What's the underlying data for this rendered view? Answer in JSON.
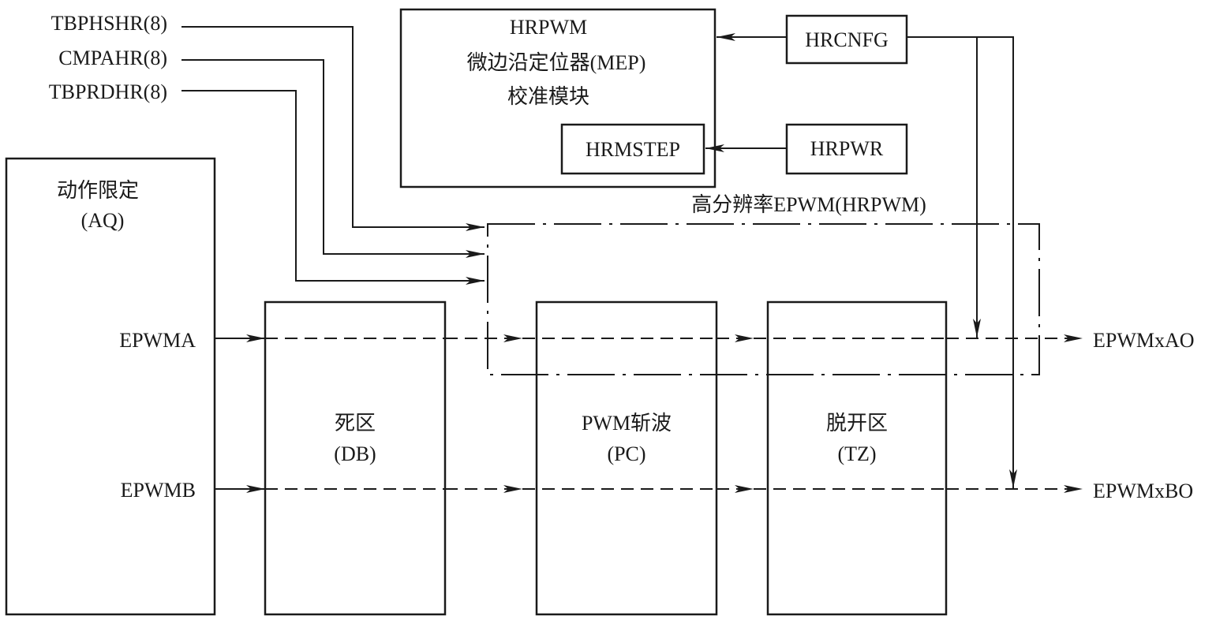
{
  "inputs": {
    "tbphshr": "TBPHSHR(8)",
    "cmpahr": "CMPAHR(8)",
    "tbprdhr": "TBPRDHR(8)"
  },
  "mep_block": {
    "line1": "HRPWM",
    "line2": "微边沿定位器(MEP)",
    "line3": "校准模块",
    "hrmstep": "HRMSTEP"
  },
  "registers": {
    "hrcnfg": "HRCNFG",
    "hrpwr": "HRPWR"
  },
  "hrpwm_region_label": "高分辨率EPWM(HRPWM)",
  "aq_block": {
    "line1": "动作限定",
    "line2": "(AQ)",
    "epwma": "EPWMA",
    "epwmb": "EPWMB"
  },
  "db_block": {
    "line1": "死区",
    "line2": "(DB)"
  },
  "pc_block": {
    "line1": "PWM斩波",
    "line2": "(PC)"
  },
  "tz_block": {
    "line1": "脱开区",
    "line2": "(TZ)"
  },
  "outputs": {
    "a": "EPWMxAO",
    "b": "EPWMxBO"
  }
}
